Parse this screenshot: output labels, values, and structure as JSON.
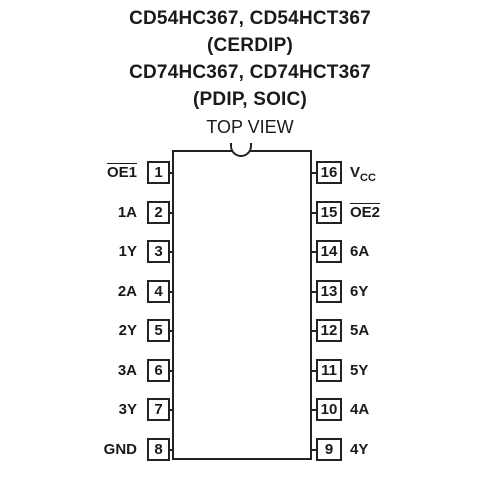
{
  "header": {
    "lines": [
      "CD54HC367, CD54HCT367",
      "(CERDIP)",
      "CD74HC367, CD74HCT367",
      "(PDIP, SOIC)"
    ],
    "view": "TOP VIEW"
  },
  "pins_left": [
    {
      "number": "1",
      "label": "OE1",
      "overbar": true
    },
    {
      "number": "2",
      "label": "1A",
      "overbar": false
    },
    {
      "number": "3",
      "label": "1Y",
      "overbar": false
    },
    {
      "number": "4",
      "label": "2A",
      "overbar": false
    },
    {
      "number": "5",
      "label": "2Y",
      "overbar": false
    },
    {
      "number": "6",
      "label": "3A",
      "overbar": false
    },
    {
      "number": "7",
      "label": "3Y",
      "overbar": false
    },
    {
      "number": "8",
      "label": "GND",
      "overbar": false
    }
  ],
  "pins_right": [
    {
      "number": "16",
      "label": "V",
      "sub": "CC",
      "overbar": false
    },
    {
      "number": "15",
      "label": "OE2",
      "overbar": true
    },
    {
      "number": "14",
      "label": "6A",
      "overbar": false
    },
    {
      "number": "13",
      "label": "6Y",
      "overbar": false
    },
    {
      "number": "12",
      "label": "5A",
      "overbar": false
    },
    {
      "number": "11",
      "label": "5Y",
      "overbar": false
    },
    {
      "number": "10",
      "label": "4A",
      "overbar": false
    },
    {
      "number": "9",
      "label": "4Y",
      "overbar": false
    }
  ]
}
